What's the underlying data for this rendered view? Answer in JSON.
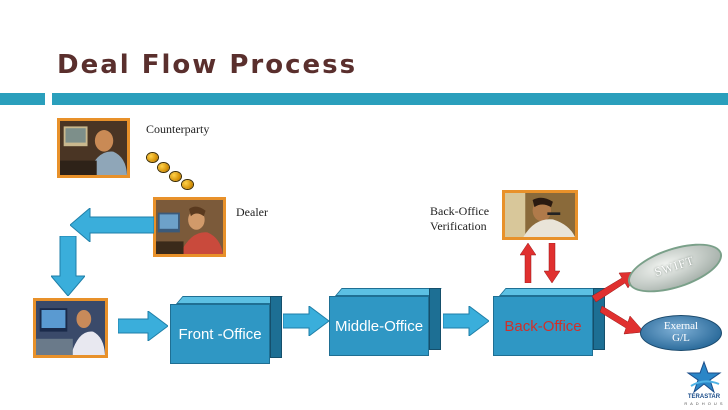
{
  "slide": {
    "title": "Deal Flow Process"
  },
  "labels": {
    "counterparty": "Counterparty",
    "dealer": "Dealer",
    "backoffice_verification_1": "Back-Office",
    "backoffice_verification_2": "Verification"
  },
  "boxes": {
    "front_office": "Front -Office",
    "middle_office": "Middle-Office",
    "back_office": "Back-Office"
  },
  "swift": {
    "label": "SWIFT"
  },
  "external_gl": {
    "line1": "Exernal",
    "line2": "G/L"
  },
  "logo": {
    "name": "TERASTAR",
    "sub": "R A D H O U S"
  },
  "colors": {
    "title": "#5a2f2d",
    "accent_bar": "#2a9fbc",
    "box_face": "#2f97c4",
    "arrow_blue": "#3aaedb",
    "arrow_red": "#e0302f",
    "back_office_text": "#d0302a",
    "photo_frame": "#e8912a"
  }
}
